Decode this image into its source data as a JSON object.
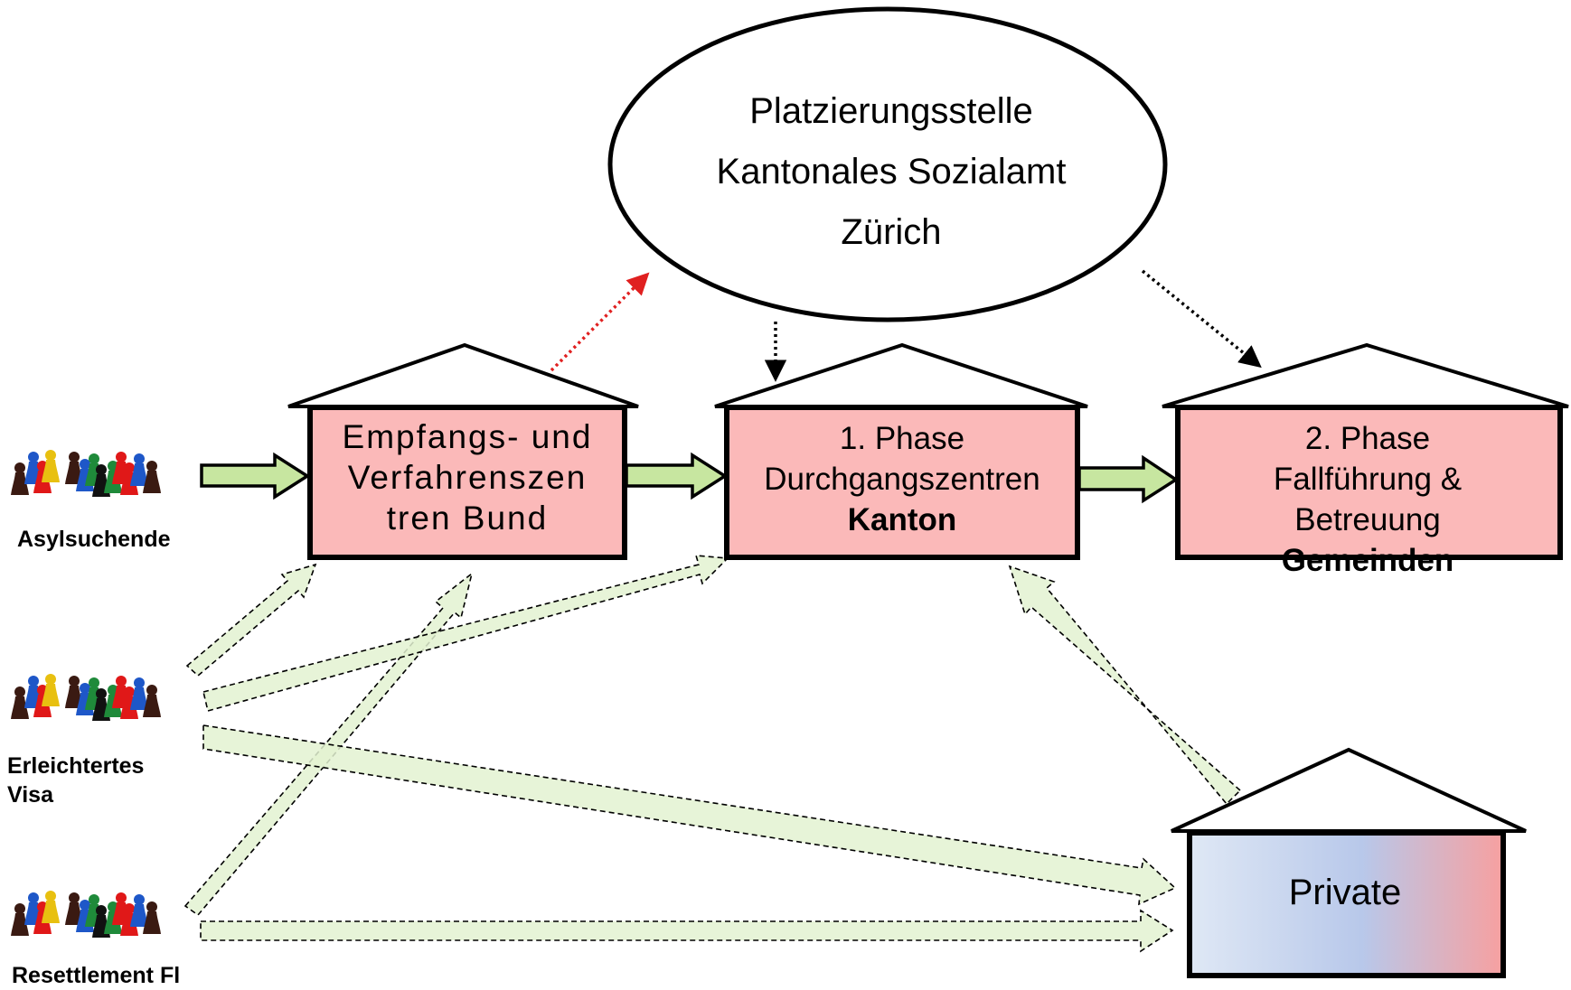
{
  "ellipse": {
    "line1": "Platzierungsstelle",
    "line2": "Kantonales Sozialamt",
    "line3": "Zürich"
  },
  "houses": {
    "bund": {
      "line1": "Empfangs- und",
      "line2": "Verfahrenszen",
      "line3": "tren Bund"
    },
    "phase1": {
      "line1": "1. Phase",
      "line2": "Durchgangszentren",
      "line3": "Kanton"
    },
    "phase2": {
      "line1": "2. Phase",
      "line2": "Fallführung &",
      "line3": "Betreuung",
      "line4": "Gemeinden"
    },
    "private": {
      "label": "Private"
    }
  },
  "groups": {
    "asyl": "Asylsuchende",
    "visa_line1": "Erleichtertes",
    "visa_line2": "Visa",
    "resettlement": "Resettlement Fl"
  },
  "colors": {
    "house_fill": "#fbb9b9",
    "arrow_green": "#c8e6a0",
    "arrow_green_light": "#e4f3d2",
    "red_dotted": "#e02020",
    "private_left": "#dde7f4",
    "private_mid": "#b9c9ea",
    "private_right": "#f5a0a0"
  }
}
